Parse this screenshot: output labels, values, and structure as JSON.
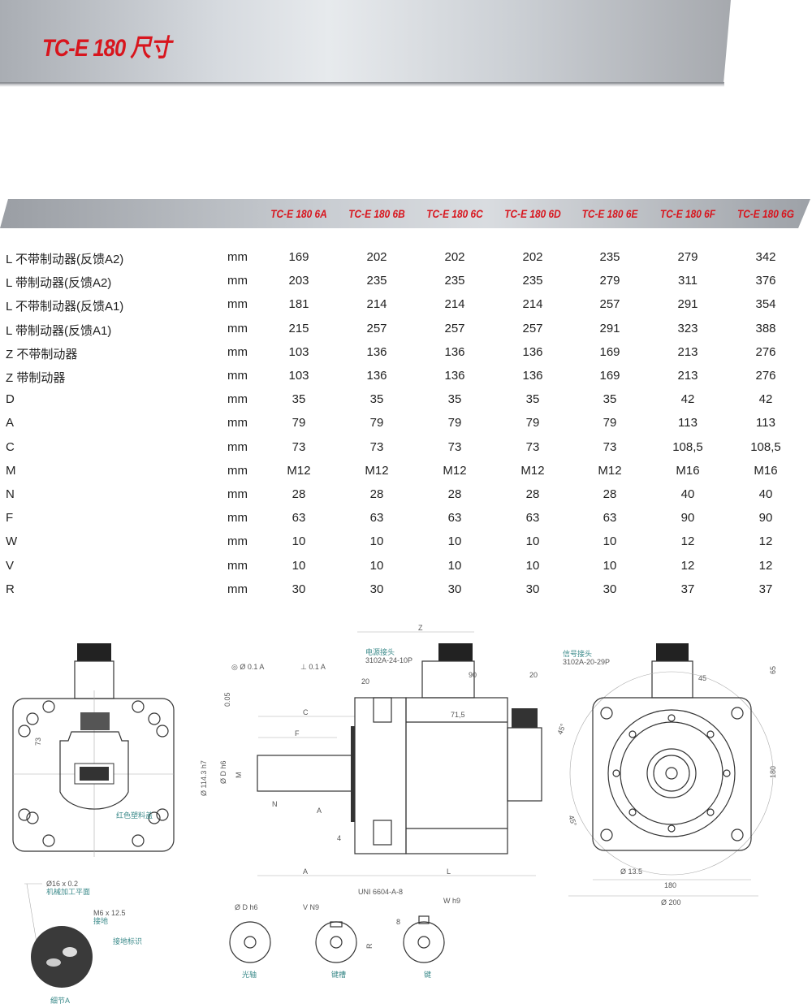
{
  "title": "TC-E 180 尺寸",
  "colors": {
    "accent": "#d8151d",
    "callout": "#3b8a8a"
  },
  "models": [
    "TC-E 180 6A",
    "TC-E 180 6B",
    "TC-E 180 6C",
    "TC-E 180 6D",
    "TC-E 180 6E",
    "TC-E 180 6F",
    "TC-E 180 6G"
  ],
  "rows": [
    {
      "label": "L 不带制动器(反馈A2)",
      "unit": "mm",
      "values": [
        "169",
        "202",
        "202",
        "202",
        "235",
        "279",
        "342"
      ]
    },
    {
      "label": "L 带制动器(反馈A2)",
      "unit": "mm",
      "values": [
        "203",
        "235",
        "235",
        "235",
        "279",
        "311",
        "376"
      ]
    },
    {
      "label": "L 不带制动器(反馈A1)",
      "unit": "mm",
      "values": [
        "181",
        "214",
        "214",
        "214",
        "257",
        "291",
        "354"
      ]
    },
    {
      "label": "L 带制动器(反馈A1)",
      "unit": "mm",
      "values": [
        "215",
        "257",
        "257",
        "257",
        "291",
        "323",
        "388"
      ]
    },
    {
      "label": "Z 不带制动器",
      "unit": "mm",
      "values": [
        "103",
        "136",
        "136",
        "136",
        "169",
        "213",
        "276"
      ]
    },
    {
      "label": "Z 带制动器",
      "unit": "mm",
      "values": [
        "103",
        "136",
        "136",
        "136",
        "169",
        "213",
        "276"
      ]
    },
    {
      "label": "D",
      "unit": "mm",
      "values": [
        "35",
        "35",
        "35",
        "35",
        "35",
        "42",
        "42"
      ]
    },
    {
      "label": "A",
      "unit": "mm",
      "values": [
        "79",
        "79",
        "79",
        "79",
        "79",
        "113",
        "113"
      ]
    },
    {
      "label": "C",
      "unit": "mm",
      "values": [
        "73",
        "73",
        "73",
        "73",
        "73",
        "108,5",
        "108,5"
      ]
    },
    {
      "label": "M",
      "unit": "mm",
      "values": [
        "M12",
        "M12",
        "M12",
        "M12",
        "M12",
        "M16",
        "M16"
      ]
    },
    {
      "label": "N",
      "unit": "mm",
      "values": [
        "28",
        "28",
        "28",
        "28",
        "28",
        "40",
        "40"
      ]
    },
    {
      "label": "F",
      "unit": "mm",
      "values": [
        "63",
        "63",
        "63",
        "63",
        "63",
        "90",
        "90"
      ]
    },
    {
      "label": "W",
      "unit": "mm",
      "values": [
        "10",
        "10",
        "10",
        "10",
        "10",
        "12",
        "12"
      ]
    },
    {
      "label": "V",
      "unit": "mm",
      "values": [
        "10",
        "10",
        "10",
        "10",
        "10",
        "12",
        "12"
      ]
    },
    {
      "label": "R",
      "unit": "mm",
      "values": [
        "30",
        "30",
        "30",
        "30",
        "30",
        "37",
        "37"
      ]
    }
  ],
  "drawing": {
    "front_left": {
      "dim_73": "73",
      "red_cover": "红色塑料盖"
    },
    "detail": {
      "flat_dim": "Ø16 x 0.2",
      "flat_label": "机械加工平面",
      "ground_thread": "M6 x 12.5",
      "ground_label": "接地",
      "ground_mark": "接地标识",
      "caption": "细节A"
    },
    "side": {
      "concentricity": "◎ Ø 0.1 A",
      "perpendicular": "⊥ 0.1 A",
      "runout": "0.05",
      "C": "C",
      "F": "F",
      "D": "Ø D h6",
      "M": "M",
      "N": "N",
      "A_datum": "A",
      "pilot": "Ø 114.3 h7",
      "dim_4": "4",
      "A": "A",
      "Z": "Z",
      "power_label": "电源接头",
      "power_part": "3102A-24-10P",
      "dim_20a": "20",
      "dim_90": "90",
      "dim_71": "71,5",
      "dim_20b": "20",
      "signal_label": "信号接头",
      "signal_part": "3102A-20-29P",
      "L": "L",
      "uni": "UNI 6604-A-8"
    },
    "front_right": {
      "dim_45": "45",
      "dim_65": "65",
      "dim_180v": "180",
      "angle1": "45°",
      "angle2": "45°",
      "hole": "Ø 13.5",
      "dim_180": "180",
      "dim_200": "Ø 200"
    },
    "shafts": {
      "plain_dim": "Ø D h6",
      "plain_label": "光轴",
      "slot_dim": "V N9",
      "slot_r": "R",
      "slot_label": "键槽",
      "key_dim": "W h9",
      "key_h": "8",
      "key_label": "键"
    }
  }
}
